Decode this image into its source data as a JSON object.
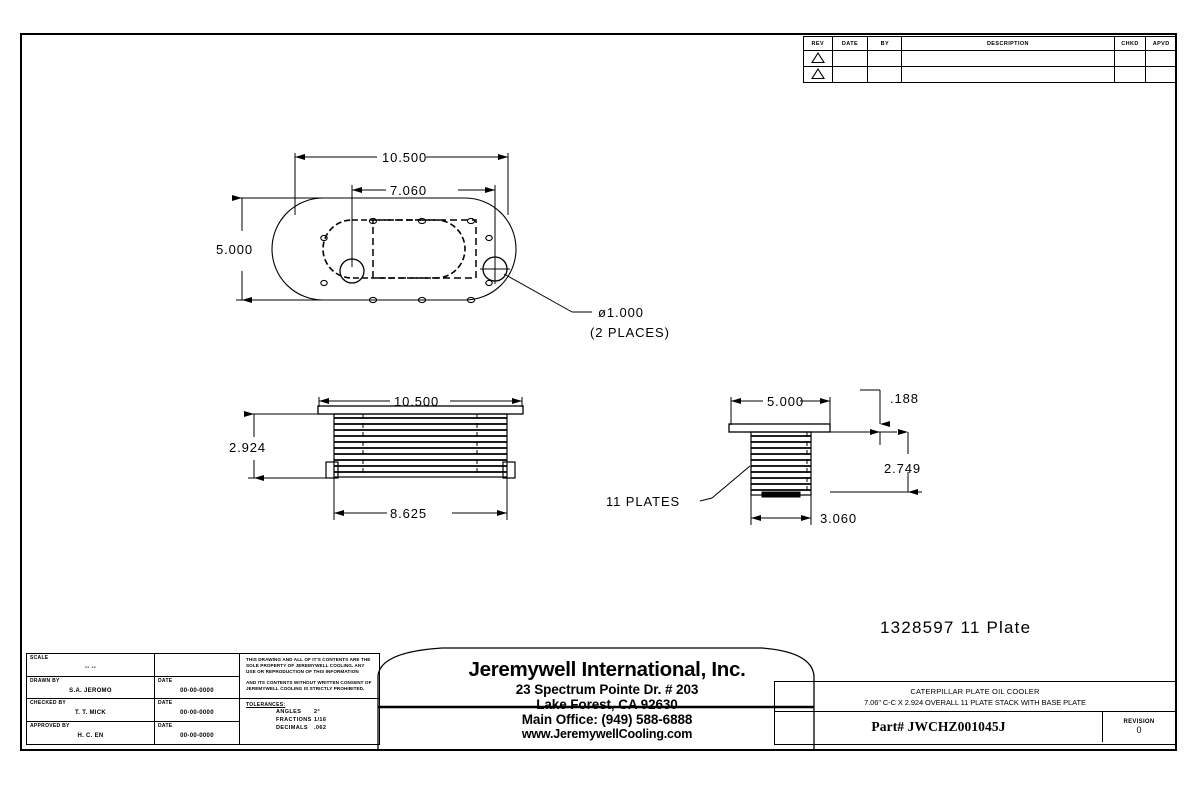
{
  "sheet": {
    "part_label": "1328597   11 Plate"
  },
  "revision_table": {
    "headers": [
      "REV",
      "DATE",
      "BY",
      "DESCRIPTION",
      "CHKD",
      "APVD"
    ],
    "rows": [
      {
        "rev": "",
        "date": "",
        "by": "",
        "description": "",
        "chkd": "",
        "apvd": ""
      },
      {
        "rev": "",
        "date": "",
        "by": "",
        "description": "",
        "chkd": "",
        "apvd": ""
      }
    ]
  },
  "top_view": {
    "dim_overall_width": "10.500",
    "dim_hole_center_to_center": "7.060",
    "dim_overall_height": "5.000",
    "port_note_line1": "ø1.000",
    "port_note_line2": "(2  PLACES)"
  },
  "front_view": {
    "dim_overall_width": "10.500",
    "dim_stack_height": "2.924",
    "dim_stack_width": "8.625"
  },
  "side_view": {
    "dim_overall_depth": "5.000",
    "dim_base_plate_thickness": ".188",
    "dim_stack_height": "2.749",
    "dim_stack_depth": "3.060",
    "plates_note": "11  PLATES"
  },
  "title_block": {
    "scale_label": "SCALE",
    "scale_value": "--  --",
    "drawn_by_label": "DRAWN BY",
    "drawn_by_value": "S.A. JEROMO",
    "checked_by_label": "CHECKED BY",
    "checked_by_value": "T. T. MICK",
    "approved_by_label": "APPROVED BY",
    "approved_by_value": "H. C. EN",
    "date_label_1": "DATE",
    "date_value_1": "00-00-0000",
    "date_label_2": "DATE",
    "date_value_2": "00-00-0000",
    "date_label_3": "DATE",
    "date_value_3": "00-00-0000",
    "proprietary_notice": "THIS DRAWING AND ALL OF IT'S CONTENTS ARE THE SOLE PROPERTY OF JEREMYWELL COOLING. ANY USE OR REPRODUCTION OF THIS INFORMATION",
    "proprietary_notice_2": "AND ITS CONTENTS WITHOUT WRITTEN CONSENT OF JEREMYWELL COOLING IS STRICTLY PROHIBITED.",
    "tolerances_label": "TOLERANCES:",
    "tolerance_rows": [
      {
        "name": "ANGLES",
        "value": "2°"
      },
      {
        "name": "FRACTIONS",
        "value": "1/16"
      },
      {
        "name": "DECIMALS",
        "value": ".062"
      }
    ]
  },
  "company": {
    "name": "Jeremywell International, Inc.",
    "address_line1": "23 Spectrum Pointe Dr. # 203",
    "address_line2": "Lake Forest, CA 92630",
    "phone": "Main Office: (949) 588-6888",
    "website": "www.JeremywellCooling.com"
  },
  "part_info": {
    "description_line1": "CATERPILLAR PLATE OIL COOLER",
    "description_line2": "7.06\" C-C X 2.924 OVERALL 11  PLATE STACK WITH BASE PLATE",
    "part_number": "Part# JWCHZ001045J",
    "revision_label": "REVISION",
    "revision_value": "0"
  }
}
